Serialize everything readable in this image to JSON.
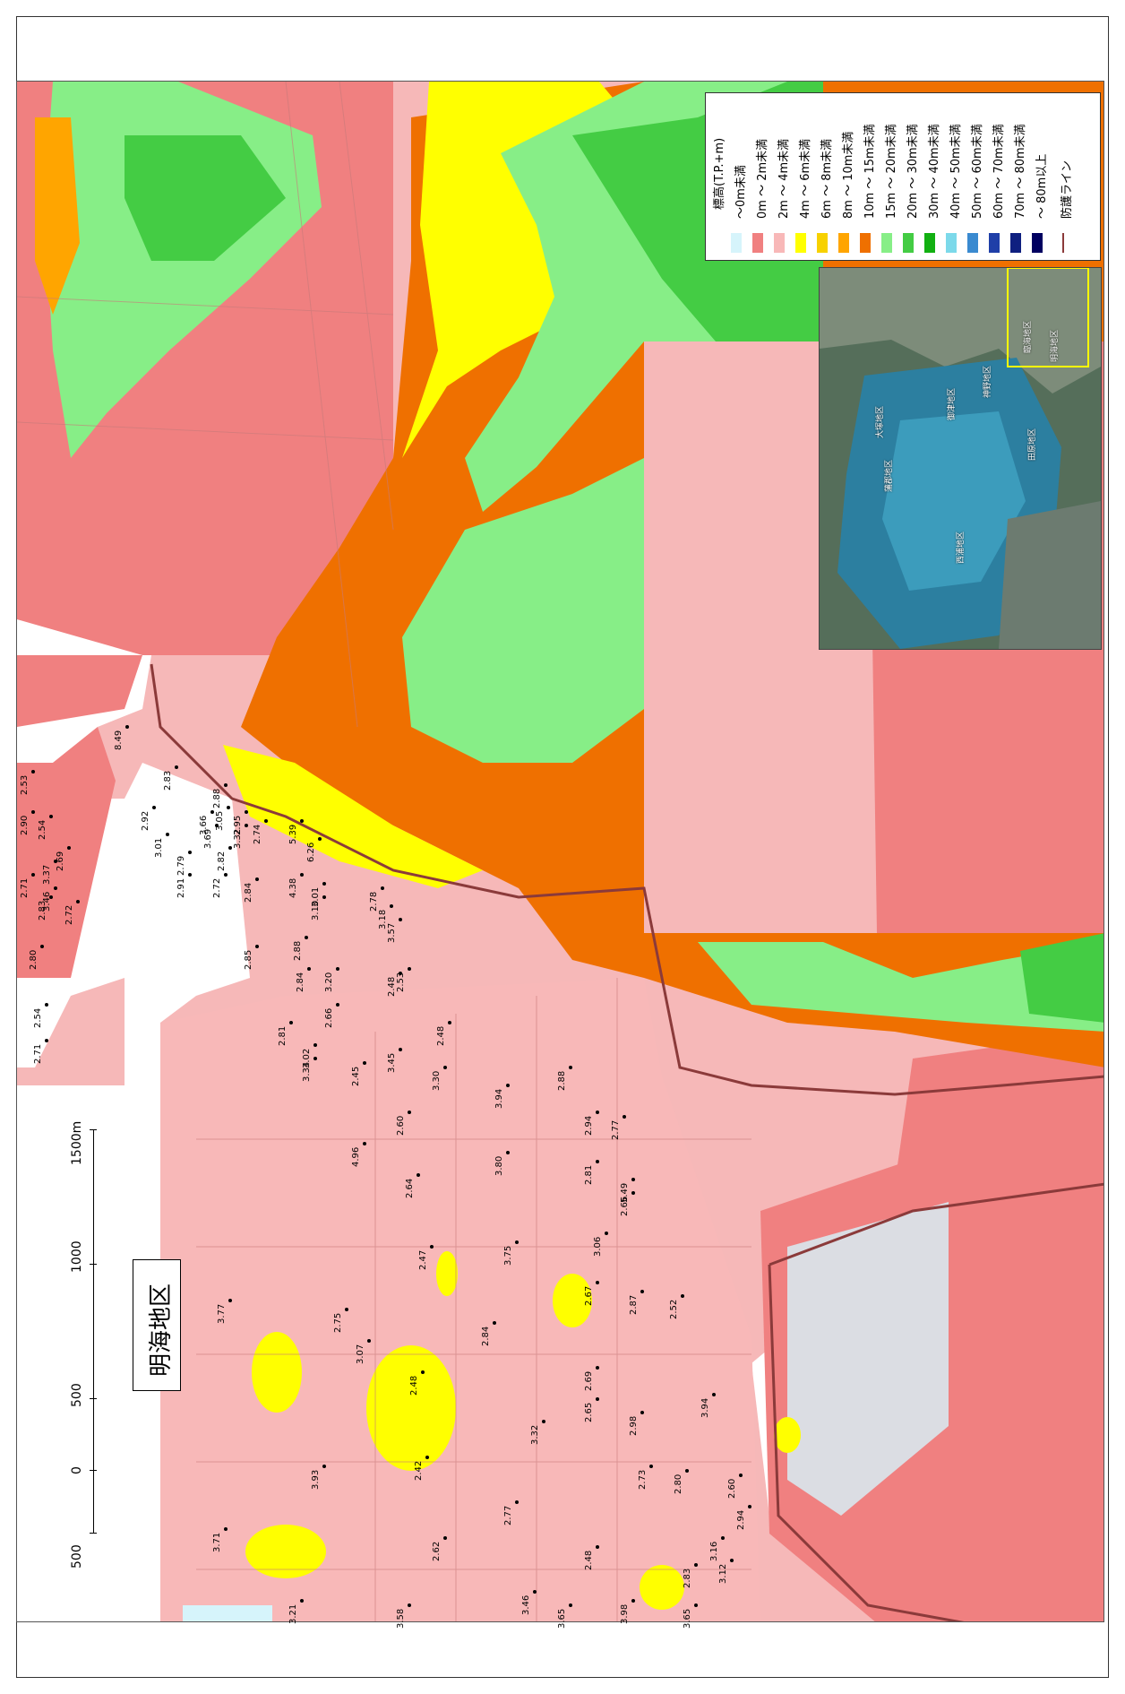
{
  "title": "明海地区",
  "scale": {
    "labels": [
      "500",
      "0",
      "500",
      "1000",
      "1500m"
    ]
  },
  "legend": {
    "title": "標高(T.P.+m)",
    "items": [
      {
        "label": "～0m未満",
        "color": "#d6f4fb"
      },
      {
        "label": "0m ～ 2m未満",
        "color": "#f08080"
      },
      {
        "label": "2m ～ 4m未満",
        "color": "#f8b8b8"
      },
      {
        "label": "4m ～ 6m未満",
        "color": "#ffff00"
      },
      {
        "label": "6m ～ 8m未満",
        "color": "#f7d100"
      },
      {
        "label": "8m ～ 10m未満",
        "color": "#ffa500"
      },
      {
        "label": "10m ～ 15m未満",
        "color": "#ef7000"
      },
      {
        "label": "15m ～ 20m未満",
        "color": "#87ee87"
      },
      {
        "label": "20m ～ 30m未満",
        "color": "#44cc44"
      },
      {
        "label": "30m ～ 40m未満",
        "color": "#12b012"
      },
      {
        "label": "40m ～ 50m未満",
        "color": "#7cd9ea"
      },
      {
        "label": "50m ～ 60m未満",
        "color": "#3a8ad0"
      },
      {
        "label": "60m ～ 70m未満",
        "color": "#1f3fa8"
      },
      {
        "label": "70m ～ 80m未満",
        "color": "#0f2080"
      },
      {
        "label": "～ 80m以上",
        "color": "#000060"
      }
    ],
    "line_label": "防護ライン",
    "line_color": "#8b3a3a"
  },
  "inset": {
    "labels": [
      "西浦地区",
      "蒲郡地区",
      "大塚地区",
      "御津地区",
      "神野地区",
      "田原地区",
      "明海地区",
      "臨海地区"
    ]
  },
  "elevation_points": [
    "8.49",
    "2.53",
    "2.90",
    "2.83",
    "2.92",
    "2.88",
    "2.54",
    "3.66",
    "3.05",
    "3.01",
    "3.37",
    "2.79",
    "3.69",
    "2.95",
    "2.69",
    "2.71",
    "3.46",
    "2.91",
    "2.82",
    "3.32",
    "2.74",
    "5.39",
    "2.83",
    "2.72",
    "2.72",
    "2.84",
    "4.38",
    "6.26",
    "3.01",
    "2.78",
    "3.10",
    "3.18",
    "2.88",
    "2.80",
    "2.85",
    "3.57",
    "2.48",
    "2.84",
    "3.20",
    "2.53",
    "2.54",
    "2.66",
    "2.71",
    "2.81",
    "3.02",
    "2.48",
    "3.34",
    "3.30",
    "2.45",
    "3.45",
    "2.88",
    "3.94",
    "2.60",
    "2.94",
    "2.77",
    "4.96",
    "3.80",
    "2.81",
    "5.49",
    "2.64",
    "2.66",
    "3.06",
    "3.75",
    "2.47",
    "2.67",
    "2.87",
    "2.52",
    "3.77",
    "2.75",
    "2.84",
    "3.07",
    "2.48",
    "2.69",
    "2.98",
    "3.94",
    "2.65",
    "3.32",
    "2.73",
    "2.42",
    "2.80",
    "2.60",
    "3.93",
    "2.77",
    "2.94",
    "3.16",
    "3.71",
    "2.62",
    "2.48",
    "2.83",
    "3.12",
    "3.46",
    "3.98",
    "3.65",
    "3.21",
    "3.58",
    "3.65"
  ]
}
